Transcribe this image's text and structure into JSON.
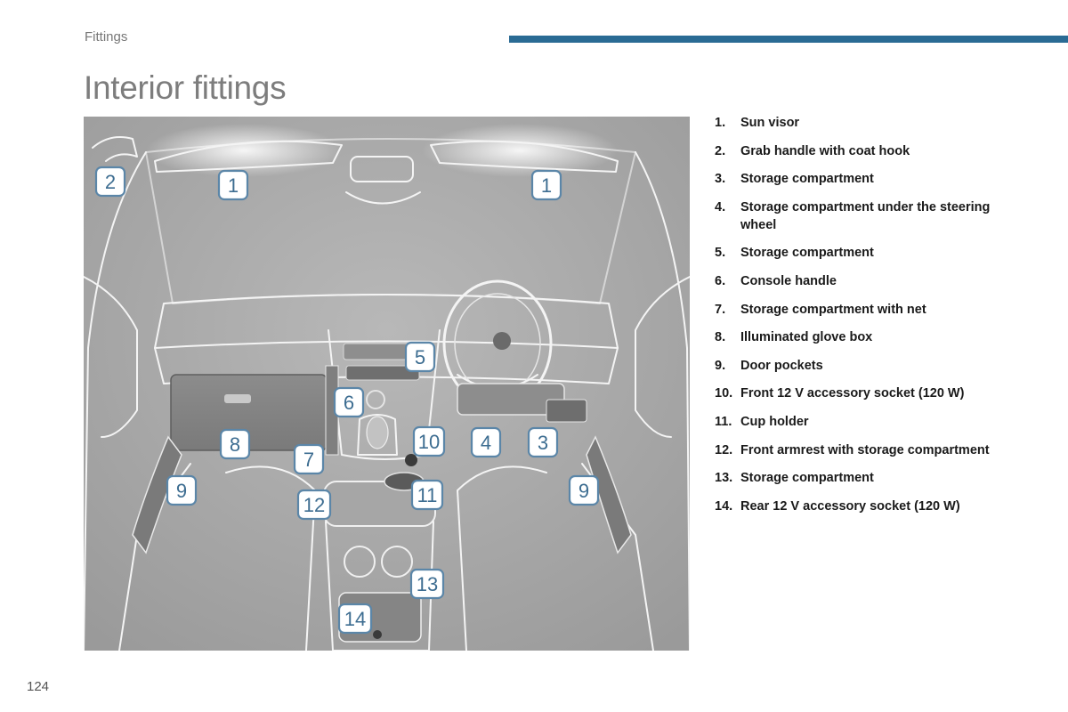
{
  "header": {
    "section": "Fittings",
    "accent_color": "#2a6b94"
  },
  "title": "Interior fittings",
  "legend": [
    {
      "num": "1.",
      "text": "Sun visor"
    },
    {
      "num": "2.",
      "text": "Grab handle with coat hook"
    },
    {
      "num": "3.",
      "text": "Storage compartment"
    },
    {
      "num": "4.",
      "text": "Storage compartment under the steering wheel"
    },
    {
      "num": "5.",
      "text": "Storage compartment"
    },
    {
      "num": "6.",
      "text": "Console handle"
    },
    {
      "num": "7.",
      "text": "Storage compartment with net"
    },
    {
      "num": "8.",
      "text": "Illuminated glove box"
    },
    {
      "num": "9.",
      "text": "Door pockets"
    },
    {
      "num": "10.",
      "text": "Front 12 V accessory socket (120 W)"
    },
    {
      "num": "11.",
      "text": "Cup holder"
    },
    {
      "num": "12.",
      "text": "Front armrest with storage compartment"
    },
    {
      "num": "13.",
      "text": "Storage compartment"
    },
    {
      "num": "14.",
      "text": "Rear 12 V accessory socket (120 W)"
    }
  ],
  "figure": {
    "callouts": [
      "2",
      "1",
      "1",
      "5",
      "6",
      "8",
      "7",
      "10",
      "4",
      "3",
      "9",
      "9",
      "12",
      "11",
      "13",
      "14"
    ]
  },
  "footer": {
    "page_number": "124"
  }
}
